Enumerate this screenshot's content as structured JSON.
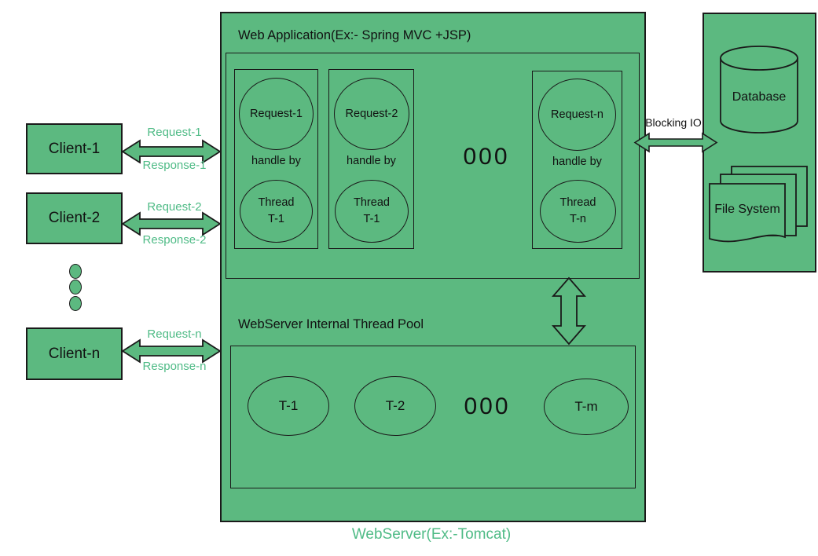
{
  "colors": {
    "shape_fill": "#5cb980",
    "green_text": "#4fbb86",
    "outline": "#1a1a1a",
    "background": "#ffffff"
  },
  "clients": {
    "items": [
      {
        "name": "Client-1",
        "request": "Request-1",
        "response": "Response-1"
      },
      {
        "name": "Client-2",
        "request": "Request-2",
        "response": "Response-2"
      },
      {
        "name": "Client-n",
        "request": "Request-n",
        "response": "Response-n"
      }
    ]
  },
  "web_server": {
    "caption": "WebServer(Ex:-Tomcat)",
    "web_application": {
      "title": "Web Application(Ex:- Spring MVC +JSP)",
      "ellipsis": "000",
      "handlers": [
        {
          "request": "Request-1",
          "handled_by": "handle by",
          "thread_name": "Thread",
          "thread_id": "T-1"
        },
        {
          "request": "Request-2",
          "handled_by": "handle by",
          "thread_name": "Thread",
          "thread_id": "T-1"
        },
        {
          "request": "Request-n",
          "handled_by": "handle by",
          "thread_name": "Thread",
          "thread_id": "T-n"
        }
      ]
    },
    "thread_pool": {
      "title": "WebServer Internal Thread Pool",
      "ellipsis": "000",
      "threads": [
        "T-1",
        "T-2",
        "T-m"
      ]
    },
    "blocking_io_label": "Blocking IO"
  },
  "storage": {
    "database_label": "Database",
    "file_system_label": "File System"
  }
}
